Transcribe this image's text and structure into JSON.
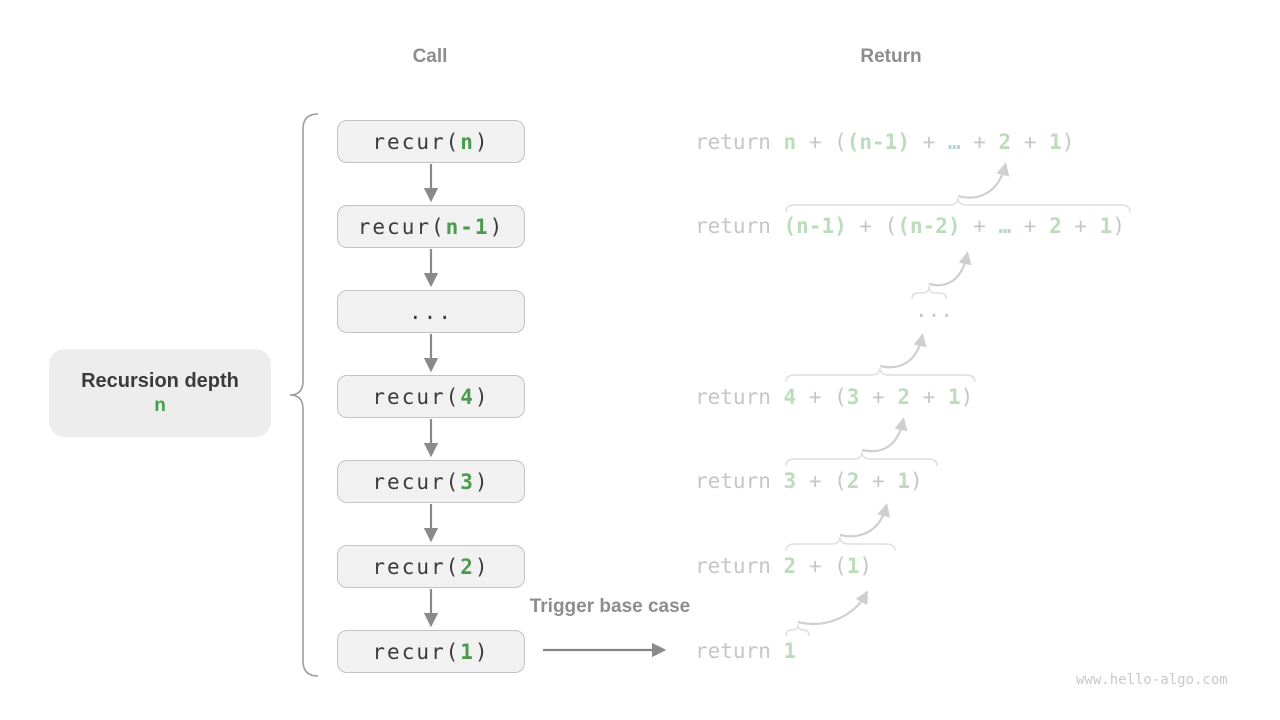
{
  "headers": {
    "call": "Call",
    "return": "Return"
  },
  "depth_label": {
    "title": "Recursion depth",
    "value": "n"
  },
  "trigger_label": "Trigger base case",
  "watermark": "www.hello-algo.com",
  "colors": {
    "call_green": "#4c9a50",
    "depth_green": "#43a047",
    "return_pale_green": "#bcdcbb",
    "return_gray": "#c6c6c6",
    "ellipsis_teal": "#b0d6d2",
    "box_background": "#f1f1f1",
    "box_border": "#c3c3c3",
    "header_gray": "#8d8d8d",
    "arrow_gray": "#8a8a8a",
    "swoosh_gray": "#cfcfcf"
  },
  "call_column": {
    "boxes": [
      {
        "label": "recur(n)",
        "tokens": [
          {
            "c": "dark",
            "t": "recur("
          },
          {
            "c": "green",
            "t": "n"
          },
          {
            "c": "dark",
            "t": ")"
          }
        ]
      },
      {
        "label": "recur(n-1)",
        "tokens": [
          {
            "c": "dark",
            "t": "recur("
          },
          {
            "c": "green",
            "t": "n-1"
          },
          {
            "c": "dark",
            "t": ")"
          }
        ]
      },
      {
        "label": "...",
        "tokens": [
          {
            "c": "dark",
            "t": "..."
          }
        ]
      },
      {
        "label": "recur(4)",
        "tokens": [
          {
            "c": "dark",
            "t": "recur("
          },
          {
            "c": "green",
            "t": "4"
          },
          {
            "c": "dark",
            "t": ")"
          }
        ]
      },
      {
        "label": "recur(3)",
        "tokens": [
          {
            "c": "dark",
            "t": "recur("
          },
          {
            "c": "green",
            "t": "3"
          },
          {
            "c": "dark",
            "t": ")"
          }
        ]
      },
      {
        "label": "recur(2)",
        "tokens": [
          {
            "c": "dark",
            "t": "recur("
          },
          {
            "c": "green",
            "t": "2"
          },
          {
            "c": "dark",
            "t": ")"
          }
        ]
      },
      {
        "label": "recur(1)",
        "tokens": [
          {
            "c": "dark",
            "t": "recur("
          },
          {
            "c": "green",
            "t": "1"
          },
          {
            "c": "dark",
            "t": ")"
          }
        ]
      }
    ]
  },
  "return_column": {
    "rows": [
      {
        "label": "return n + ((n-1) + … + 2 + 1)",
        "tokens": [
          {
            "c": "gray",
            "t": "return "
          },
          {
            "c": "lgreen",
            "t": "n"
          },
          {
            "c": "gray",
            "t": " + ("
          },
          {
            "c": "lgreen",
            "t": "(n-1)"
          },
          {
            "c": "gray",
            "t": " + "
          },
          {
            "c": "teal",
            "t": "…"
          },
          {
            "c": "gray",
            "t": " + "
          },
          {
            "c": "lgreen",
            "t": "2"
          },
          {
            "c": "gray",
            "t": " + "
          },
          {
            "c": "lgreen",
            "t": "1"
          },
          {
            "c": "gray",
            "t": ")"
          }
        ]
      },
      {
        "label": "return (n-1) + ((n-2) + … + 2 + 1)",
        "tokens": [
          {
            "c": "gray",
            "t": "return "
          },
          {
            "c": "lgreen",
            "t": "(n-1)"
          },
          {
            "c": "gray",
            "t": " + ("
          },
          {
            "c": "lgreen",
            "t": "(n-2)"
          },
          {
            "c": "gray",
            "t": " + "
          },
          {
            "c": "teal",
            "t": "…"
          },
          {
            "c": "gray",
            "t": " + "
          },
          {
            "c": "lgreen",
            "t": "2"
          },
          {
            "c": "gray",
            "t": " + "
          },
          {
            "c": "lgreen",
            "t": "1"
          },
          {
            "c": "gray",
            "t": ")"
          }
        ]
      },
      {
        "label": "...",
        "tokens": [
          {
            "c": "gray",
            "t": "..."
          }
        ]
      },
      {
        "label": "return 4 + (3 + 2 + 1)",
        "tokens": [
          {
            "c": "gray",
            "t": "return "
          },
          {
            "c": "lgreen",
            "t": "4"
          },
          {
            "c": "gray",
            "t": " + ("
          },
          {
            "c": "lgreen",
            "t": "3"
          },
          {
            "c": "gray",
            "t": " + "
          },
          {
            "c": "lgreen",
            "t": "2"
          },
          {
            "c": "gray",
            "t": " + "
          },
          {
            "c": "lgreen",
            "t": "1"
          },
          {
            "c": "gray",
            "t": ")"
          }
        ]
      },
      {
        "label": "return 3 + (2 + 1)",
        "tokens": [
          {
            "c": "gray",
            "t": "return "
          },
          {
            "c": "lgreen",
            "t": "3"
          },
          {
            "c": "gray",
            "t": " + ("
          },
          {
            "c": "lgreen",
            "t": "2"
          },
          {
            "c": "gray",
            "t": " + "
          },
          {
            "c": "lgreen",
            "t": "1"
          },
          {
            "c": "gray",
            "t": ")"
          }
        ]
      },
      {
        "label": "return 2 + (1)",
        "tokens": [
          {
            "c": "gray",
            "t": "return "
          },
          {
            "c": "lgreen",
            "t": "2"
          },
          {
            "c": "gray",
            "t": " + ("
          },
          {
            "c": "lgreen",
            "t": "1"
          },
          {
            "c": "gray",
            "t": ")"
          }
        ]
      },
      {
        "label": "return 1",
        "tokens": [
          {
            "c": "gray",
            "t": "return "
          },
          {
            "c": "lgreen",
            "t": "1"
          }
        ]
      }
    ]
  }
}
